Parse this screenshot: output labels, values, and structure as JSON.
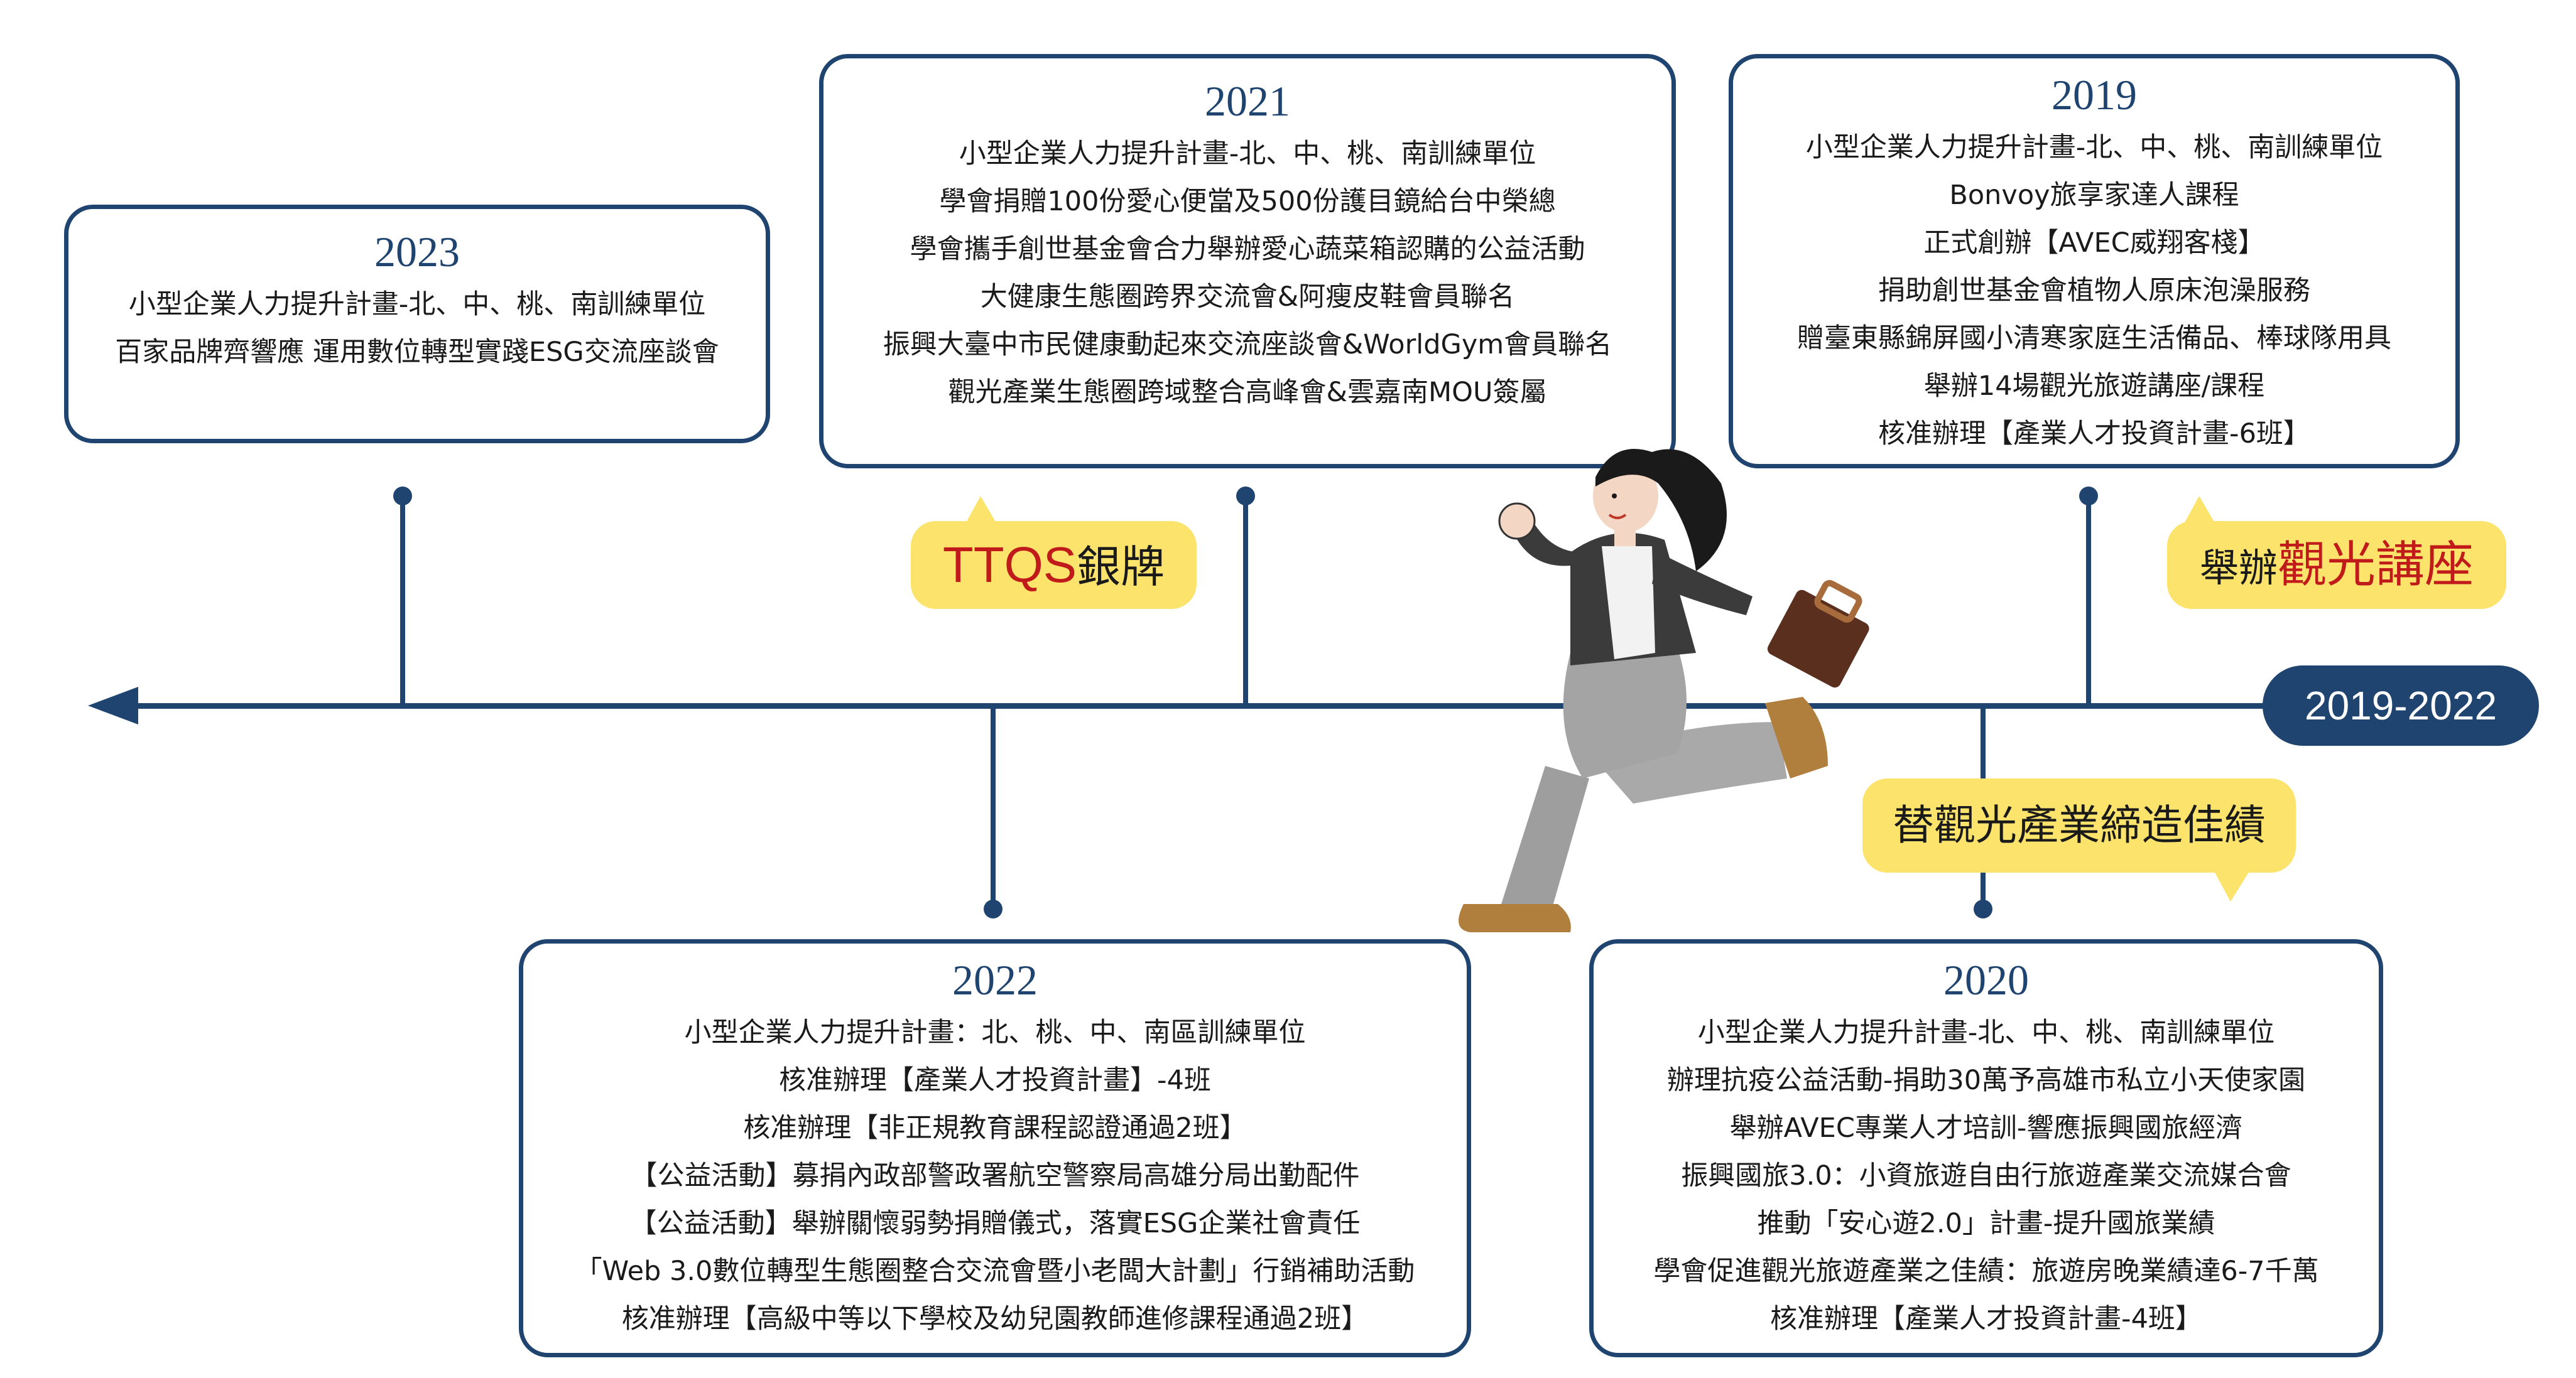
{
  "range_label": "2019-2022",
  "cards": [
    {
      "year": "2023",
      "lines": [
        "小型企業人力提升計畫-北、中、桃、南訓練單位",
        "百家品牌齊響應 運用數位轉型實踐ESG交流座談會"
      ]
    },
    {
      "year": "2021",
      "lines": [
        "小型企業人力提升計畫-北、中、桃、南訓練單位",
        "學會捐贈100份愛心便當及500份護目鏡給台中榮總",
        "學會攜手創世基金會合力舉辦愛心蔬菜箱認購的公益活動",
        "大健康生態圈跨界交流會&阿瘦皮鞋會員聯名",
        "振興大臺中市民健康動起來交流座談會&WorldGym會員聯名",
        "觀光產業生態圈跨域整合高峰會&雲嘉南MOU簽屬"
      ]
    },
    {
      "year": "2019",
      "lines": [
        "小型企業人力提升計畫-北、中、桃、南訓練單位",
        "Bonvoy旅享家達人課程",
        "正式創辦【AVEC威翔客棧】",
        "捐助創世基金會植物人原床泡澡服務",
        "贈臺東縣錦屏國小清寒家庭生活備品、棒球隊用具",
        "舉辦14場觀光旅遊講座/課程",
        "核准辦理【產業人才投資計畫-6班】"
      ]
    },
    {
      "year": "2022",
      "lines": [
        "小型企業人力提升計畫：北、桃、中、南區訓練單位",
        "核准辦理【產業人才投資計畫】-4班",
        "核准辦理【非正規教育課程認證通過2班】",
        "【公益活動】募捐內政部警政署航空警察局高雄分局出勤配件",
        "【公益活動】舉辦關懷弱勢捐贈儀式，落實ESG企業社會責任",
        "「Web 3.0數位轉型生態圈整合交流會暨小老闆大計劃」行銷補助活動",
        "核准辦理【高級中等以下學校及幼兒園教師進修課程通過2班】"
      ]
    },
    {
      "year": "2020",
      "lines": [
        "小型企業人力提升計畫-北、中、桃、南訓練單位",
        "辦理抗疫公益活動-捐助30萬予高雄市私立小天使家園",
        "舉辦AVEC專業人才培訓-響應振興國旅經濟",
        "振興國旅3.0：小資旅遊自由行旅遊產業交流媒合會",
        "推動「安心遊2.0」計畫-提升國旅業績",
        "學會促進觀光旅遊產業之佳績：旅遊房晚業績達6-7千萬",
        "核准辦理【產業人才投資計畫-4班】"
      ]
    }
  ],
  "bubbles": {
    "ttqs": {
      "emph": "TTQS",
      "rest": "銀牌"
    },
    "lecture": {
      "pre": "舉辦",
      "emph": "觀光講座"
    },
    "tourism": {
      "text": "替觀光產業締造佳績"
    }
  },
  "colors": {
    "navy": "#1f4470",
    "bubble_yellow": "#fbe36c",
    "emphasis_red": "#c01a1a"
  }
}
